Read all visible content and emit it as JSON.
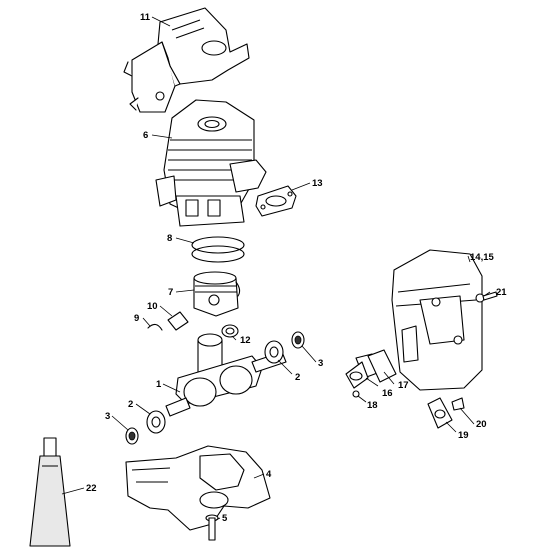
{
  "callouts": [
    {
      "id": "c11",
      "label": "11"
    },
    {
      "id": "c6",
      "label": "6"
    },
    {
      "id": "c13",
      "label": "13"
    },
    {
      "id": "c8",
      "label": "8"
    },
    {
      "id": "c14",
      "label": "14,15"
    },
    {
      "id": "c21",
      "label": "21"
    },
    {
      "id": "c7",
      "label": "7"
    },
    {
      "id": "c10",
      "label": "10"
    },
    {
      "id": "c9",
      "label": "9"
    },
    {
      "id": "c12",
      "label": "12"
    },
    {
      "id": "c3a",
      "label": "3"
    },
    {
      "id": "c1",
      "label": "1"
    },
    {
      "id": "c2a",
      "label": "2"
    },
    {
      "id": "c16",
      "label": "16"
    },
    {
      "id": "c17",
      "label": "17"
    },
    {
      "id": "c18",
      "label": "18"
    },
    {
      "id": "c2b",
      "label": "2"
    },
    {
      "id": "c3b",
      "label": "3"
    },
    {
      "id": "c20",
      "label": "20"
    },
    {
      "id": "c19",
      "label": "19"
    },
    {
      "id": "c22",
      "label": "22"
    },
    {
      "id": "c4",
      "label": "4"
    },
    {
      "id": "c5",
      "label": "5"
    }
  ]
}
